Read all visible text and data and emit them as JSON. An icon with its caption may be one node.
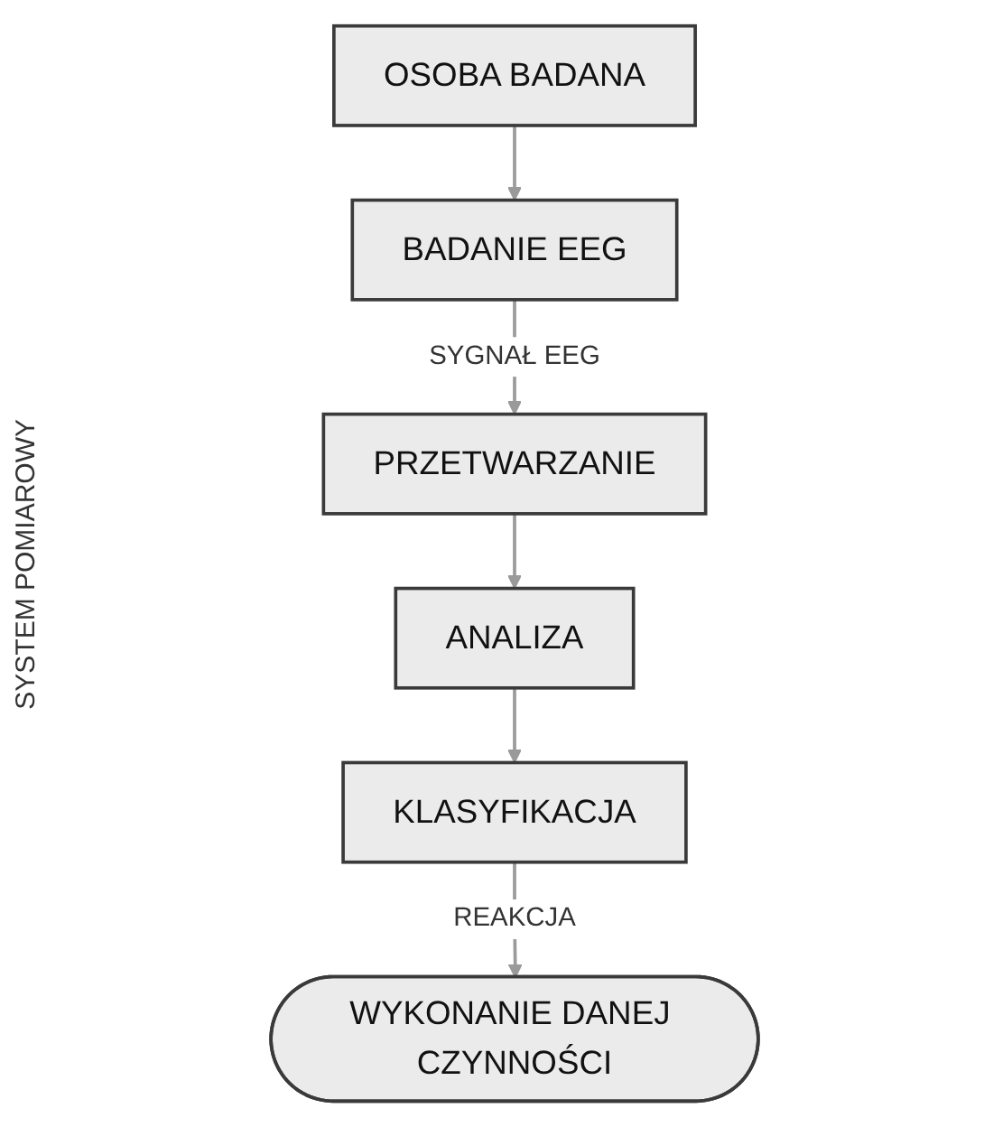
{
  "diagram": {
    "nodes": [
      {
        "text": [
          "OSOBA BADANA"
        ]
      },
      {
        "text": [
          "BADANIE EEG"
        ]
      },
      {
        "text": [
          "PRZETWARZANIE"
        ]
      },
      {
        "text": [
          "ANALIZA"
        ]
      },
      {
        "text": [
          "KLASYFIKACJA"
        ]
      },
      {
        "text": [
          "WYKONANIE DANEJ CZYNNOŚCI"
        ]
      }
    ],
    "edges": [
      {
        "from": 0,
        "to": 1,
        "arrow": "to"
      },
      {
        "from": 1,
        "to": 2,
        "arrow": "to",
        "label": "SYGNAŁ EEG"
      },
      {
        "from": 2,
        "to": 3,
        "arrow": "to"
      },
      {
        "from": 3,
        "to": 4,
        "arrow": "to"
      },
      {
        "from": 4,
        "to": 5,
        "arrow": "to",
        "label": "REAKCJA"
      }
    ],
    "labels": [
      "SYSTEM POMIAROWY"
    ]
  }
}
